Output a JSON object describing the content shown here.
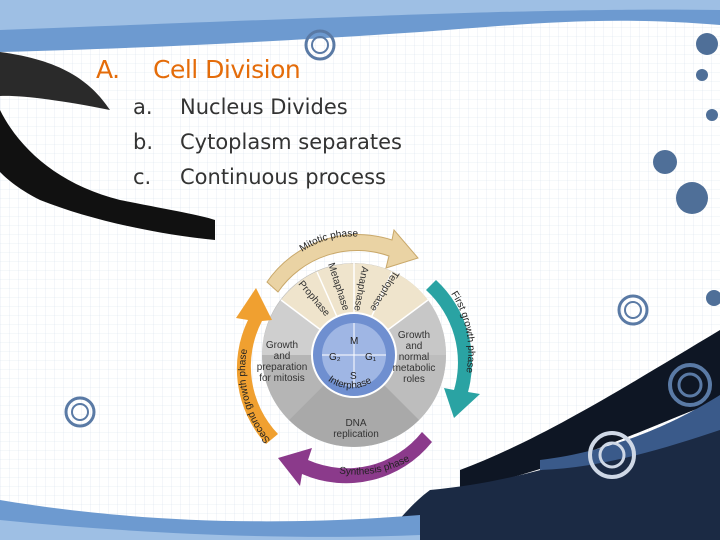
{
  "slide": {
    "heading_label": "A.",
    "heading_text": "Cell Division",
    "bullets": [
      {
        "marker": "a.",
        "text": "Nucleus Divides"
      },
      {
        "marker": "b.",
        "text": "Cytoplasm separates"
      },
      {
        "marker": "c.",
        "text": "Continuous process"
      }
    ]
  },
  "diagram": {
    "mitotic_phase": "Mitotic phase",
    "first_growth_phase": "First growth phase",
    "synthesis_phase": "Synthesis phase",
    "second_growth_phase": "Second growth phase",
    "prophase": "Prophase",
    "metaphase": "Metaphase",
    "anaphase": "Anaphase",
    "telophase": "Telophase",
    "growth_normal": [
      "Growth",
      "and",
      "normal",
      "metabolic",
      "roles"
    ],
    "dna_replication": [
      "DNA",
      "replication"
    ],
    "growth_prep": [
      "Growth",
      "and",
      "preparation",
      "for mitosis"
    ],
    "hub_m": "M",
    "hub_g1": "G₁",
    "hub_g2": "G₂",
    "hub_s": "S",
    "interphase": "Interphase"
  },
  "colors": {
    "heading": "#e46c0a",
    "mitotic_arrow": "#e8cfa0",
    "g1_arrow": "#2aa3a3",
    "s_arrow": "#8b3a8b",
    "g2_arrow": "#f0a030",
    "hub": "#6f8fd0"
  }
}
